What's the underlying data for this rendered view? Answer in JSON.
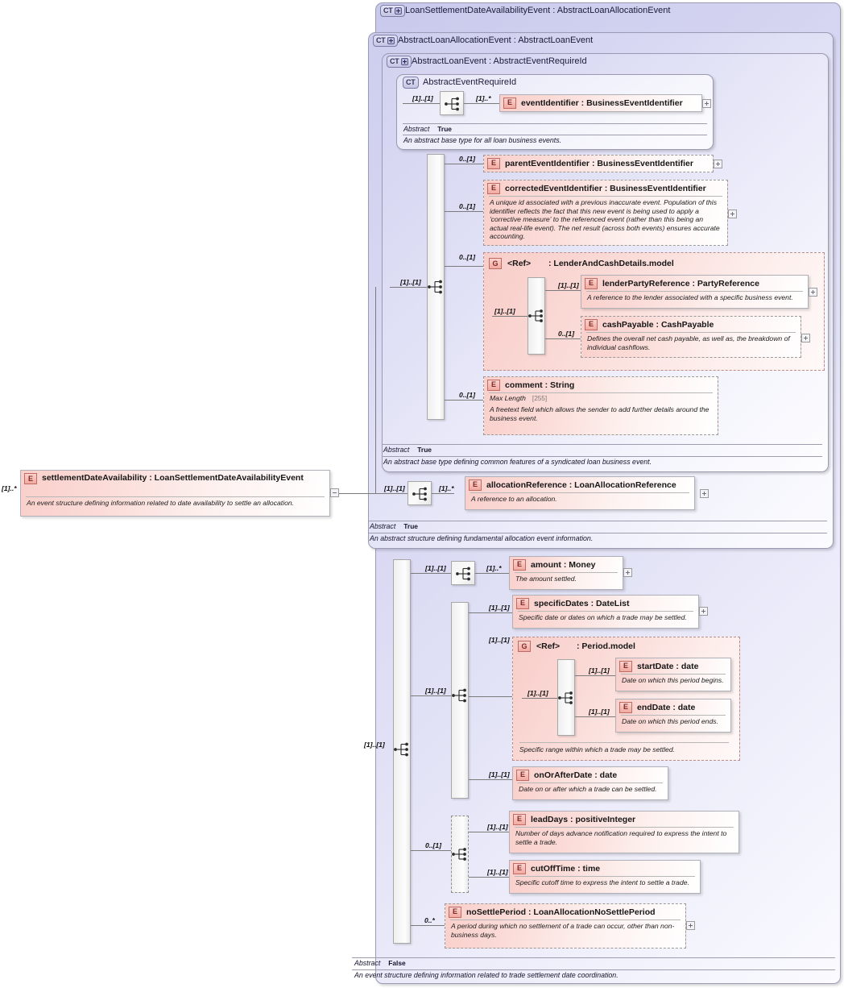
{
  "diagram": {
    "kind": "xsd-schema-diagram",
    "root_element": {
      "chip": "E",
      "label": "settlementDateAvailability : LoanSettlementDateAvailabilityEvent",
      "cardinality": "[1]..*",
      "doc": "An event structure defining information related to date availability to settle an allocation.",
      "toggle": "minus"
    },
    "outer_type": {
      "chip": "CT",
      "label": "LoanSettlementDateAvailabilityEvent : AbstractLoanAllocationEvent",
      "abstract_label": "Abstract",
      "abstract_value": "False",
      "doc": "An event structure defining information related to trade settlement date coordination."
    },
    "level2_type": {
      "chip": "CT",
      "label": "AbstractLoanAllocationEvent : AbstractLoanEvent",
      "abstract_label": "Abstract",
      "abstract_value": "True",
      "doc": "An abstract structure defining fundamental allocation event information."
    },
    "level3_type": {
      "chip": "CT",
      "label": "AbstractLoanEvent : AbstractEventRequireId",
      "abstract_label": "Abstract",
      "abstract_value": "True",
      "doc": "An abstract base type defining common features of a syndicated loan business event."
    },
    "level4_type": {
      "chip": "CT",
      "label": "AbstractEventRequireId",
      "abstract_label": "Abstract",
      "abstract_value": "True",
      "doc": "An abstract base type for all loan business events."
    },
    "elements": {
      "eventIdentifier": {
        "chip": "E",
        "label": "eventIdentifier : BusinessEventIdentifier",
        "cardinality": "[1]..*"
      },
      "parentEventIdentifier": {
        "chip": "E",
        "label": "parentEventIdentifier : BusinessEventIdentifier",
        "cardinality": "0..[1]"
      },
      "correctedEventIdentifier": {
        "chip": "E",
        "label": "correctedEventIdentifier : BusinessEventIdentifier",
        "cardinality": "0..[1]",
        "doc": "A unique id associated with a previous inaccurate event. Population of this identifier reflects the fact that this new event is being used to apply a 'corrective measure' to the referenced event (rather than this being an actual real-life event). The net result (across both events) ensures accurate accounting."
      },
      "lenderAndCashDetails": {
        "chip": "G",
        "label": "<Ref>",
        "type": ": LenderAndCashDetails.model",
        "cardinality": "0..[1]",
        "inner_cardinality": "[1]..[1]"
      },
      "lenderPartyReference": {
        "chip": "E",
        "label": "lenderPartyReference : PartyReference",
        "cardinality": "[1]..[1]",
        "doc": "A reference to the lender associated with a specific business event."
      },
      "cashPayable": {
        "chip": "E",
        "label": "cashPayable : CashPayable",
        "cardinality": "0..[1]",
        "doc": "Defines the overall net cash payable, as well as, the breakdown of individual cashflows."
      },
      "comment": {
        "chip": "E",
        "label": "comment : String",
        "cardinality": "0..[1]",
        "facet_label": "Max Length",
        "facet_value": "[255]",
        "doc": "A freetext field which allows the sender to add further details around the business event."
      },
      "allocationReference": {
        "chip": "E",
        "label": "allocationReference : LoanAllocationReference",
        "cardinality": "[1]..*",
        "seq_cardinality": "[1]..[1]",
        "doc": "A reference to an allocation."
      },
      "amount": {
        "chip": "E",
        "label": "amount  : Money",
        "cardinality": "[1]..*",
        "seq_cardinality": "[1]..[1]",
        "doc": "The amount settled."
      },
      "specificDates": {
        "chip": "E",
        "label": "specificDates : DateList",
        "cardinality": "[1]..[1]",
        "doc": "Specific date or dates on which a trade may be settled."
      },
      "periodModel": {
        "chip": "G",
        "label": "<Ref>",
        "type": ": Period.model",
        "cardinality": "[1]..[1]",
        "inner_cardinality": "[1]..[1]",
        "doc": "Specific range within which a trade may be settled."
      },
      "startDate": {
        "chip": "E",
        "label": "startDate : date",
        "cardinality": "[1]..[1]",
        "doc": "Date on which this period begins."
      },
      "endDate": {
        "chip": "E",
        "label": "endDate  : date",
        "cardinality": "[1]..[1]",
        "doc": "Date on which this period ends."
      },
      "onOrAfterDate": {
        "chip": "E",
        "label": "onOrAfterDate : date",
        "cardinality": "[1]..[1]",
        "doc": "Date on or after which a trade can be settled."
      },
      "leadDays": {
        "chip": "E",
        "label": "leadDays : positiveInteger",
        "cardinality": "[1]..[1]",
        "doc": "Number of days advance notification required to express the intent to settle a trade."
      },
      "cutOffTime": {
        "chip": "E",
        "label": "cutOffTime : time",
        "cardinality": "[1]..[1]",
        "doc": "Specific cutoff time to express the intent to settle a trade."
      },
      "leadDaysGroupCardinality": "0..[1]",
      "noSettlePeriod": {
        "chip": "E",
        "label": "noSettlePeriod : LoanAllocationNoSettlePeriod",
        "cardinality": "0..*",
        "doc": "A period during which no settlement of a trade can occur, other than non-business days."
      },
      "innerSeqCardinality": "[1]..[1]",
      "outerSeqCardinality": "[1]..[1]",
      "level4SeqCardinality": "[1]..[1]",
      "level3SeqCardinality": "[1]..[1]"
    },
    "colors": {
      "element_fill": "#f9cfcb",
      "container_fill": "#d4d4f1",
      "line": "#7b7b7b",
      "chip_border": "#c06a64"
    }
  }
}
